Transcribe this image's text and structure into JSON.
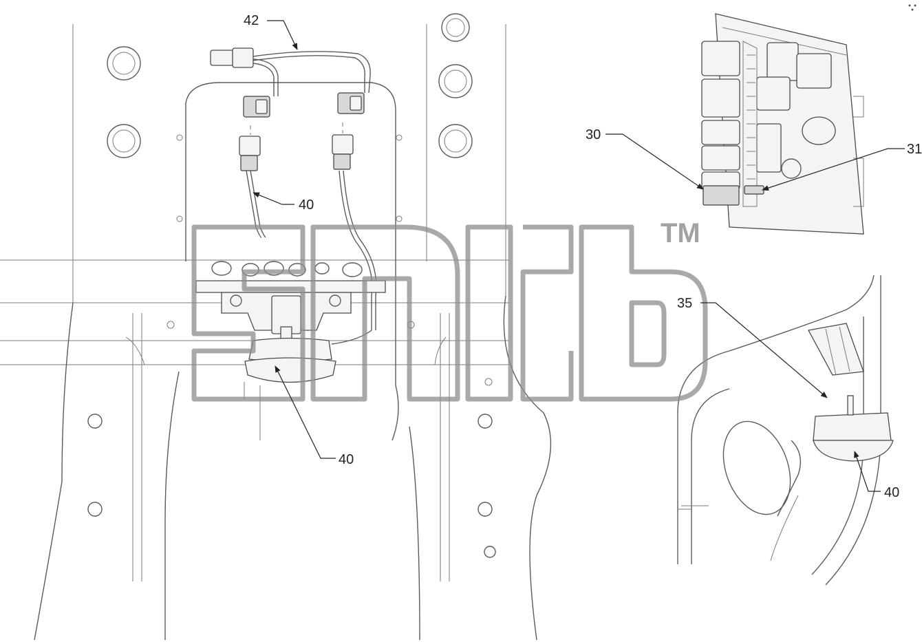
{
  "figure": {
    "background": "#ffffff",
    "line_color": "#5a5a5a",
    "watermark_color": "#8c8c8c"
  },
  "callouts": [
    {
      "id": "42",
      "text": "42"
    },
    {
      "id": "40a",
      "text": "40"
    },
    {
      "id": "40b",
      "text": "40"
    },
    {
      "id": "30",
      "text": "30"
    },
    {
      "id": "31",
      "text": "31"
    },
    {
      "id": "35",
      "text": "35"
    },
    {
      "id": "40c",
      "text": "40"
    }
  ],
  "watermark": {
    "tm": "TM"
  }
}
